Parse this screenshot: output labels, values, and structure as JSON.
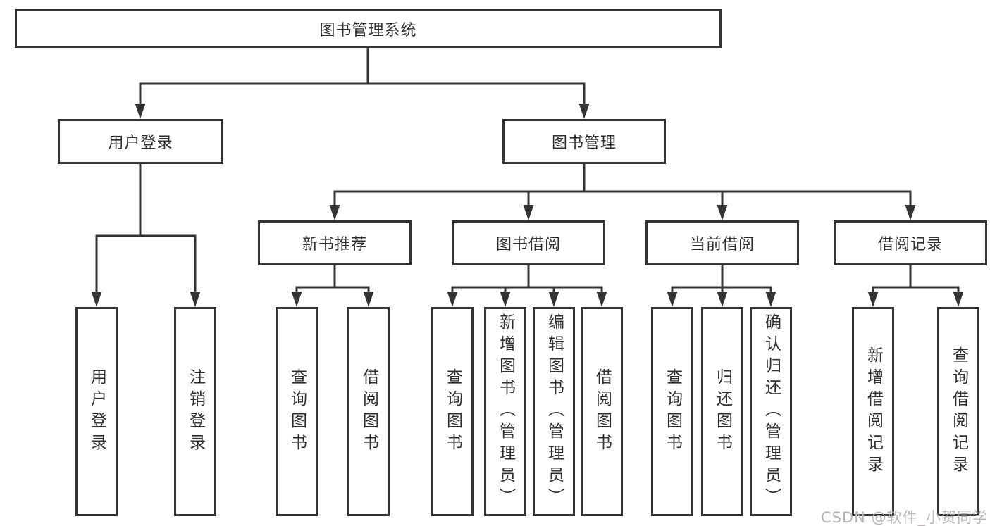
{
  "diagram_title": "图书管理系统",
  "tree": {
    "root": "图书管理系统",
    "user_login": {
      "label": "用户登录",
      "children": [
        "用户登录",
        "注销登录"
      ]
    },
    "book_management": {
      "label": "图书管理",
      "sections": {
        "new_book_recommend": {
          "label": "新书推荐",
          "children": [
            "查询图书",
            "借阅图书"
          ]
        },
        "book_borrowing": {
          "label": "图书借阅",
          "children": [
            "查询图书",
            "新增图书（管理员）",
            "编辑图书（管理员）",
            "借阅图书"
          ]
        },
        "current_borrowing": {
          "label": "当前借阅",
          "children": [
            "查询图书",
            "归还图书",
            "确认归还（管理员）"
          ]
        },
        "borrowing_records": {
          "label": "借阅记录",
          "children": [
            "新增借阅记录",
            "查询借阅记录"
          ]
        }
      }
    }
  },
  "watermark": "CSDN @软件_小贺同学",
  "colors": {
    "line": "#333333",
    "border": "#333333",
    "text": "#2f2f2f",
    "watermark": "#bab4b4",
    "background": "#ffffff"
  }
}
